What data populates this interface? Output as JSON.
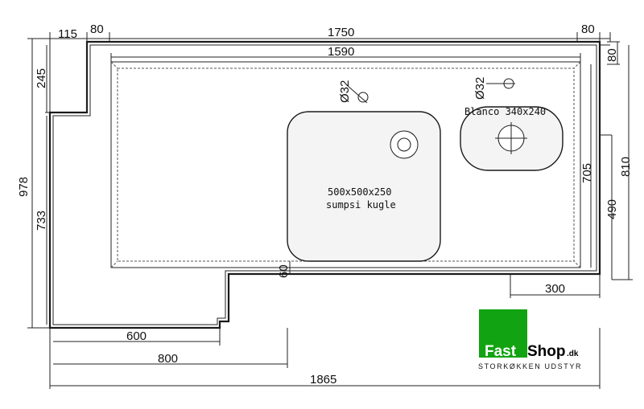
{
  "dimensions": {
    "top_left_ext": "115",
    "top_left_80": "80",
    "top_total": "1750",
    "top_right_80": "80",
    "inner_width": "1590",
    "left_245": "245",
    "left_total": "978",
    "left_733": "733",
    "right_80": "80",
    "right_810": "810",
    "right_705": "705",
    "right_490": "490",
    "bottom_300": "300",
    "center_60": "60",
    "bottom_600": "600",
    "bottom_800": "800",
    "bottom_total": "1865"
  },
  "holes": {
    "left_hole": "Ø32",
    "right_hole": "Ø32"
  },
  "sinks": {
    "main_line1": "500x500x250",
    "main_line2": "sumpsi kugle",
    "small_label": "Blanco 340x240"
  },
  "logo": {
    "fast": "Fast",
    "shop": "Shop",
    "dk": ".dk",
    "tagline": "STORKØKKEN UDSTYR",
    "green": "#12a312"
  }
}
